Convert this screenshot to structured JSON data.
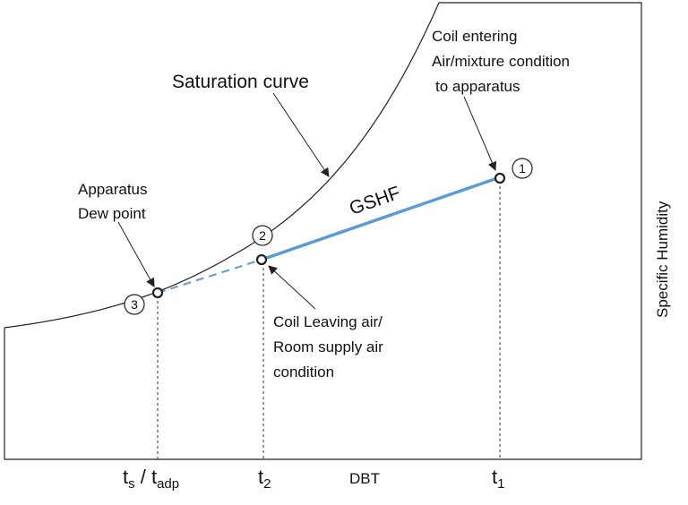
{
  "diagram": {
    "labels": {
      "saturation_curve": "Saturation curve",
      "coil_entering_1": "Coil entering",
      "coil_entering_2": "Air/mixture condition",
      "coil_entering_3": "to apparatus",
      "apparatus_1": "Apparatus",
      "apparatus_2": "Dew point",
      "gshf": "GSHF",
      "coil_leaving_1": "Coil Leaving air/",
      "coil_leaving_2": "Room supply air",
      "coil_leaving_3": "condition",
      "y_axis": "Specific Humidity",
      "x_axis": "DBT"
    },
    "ticks": {
      "ts_main": "t",
      "ts_sub": "s",
      "sep": " / ",
      "tadp_main": "t",
      "tadp_sub": "adp",
      "t2_main": "t",
      "t2_sub": "2",
      "t1_main": "t",
      "t1_sub": "1"
    },
    "points": {
      "p1": "1",
      "p2": "2",
      "p3": "3"
    },
    "colors": {
      "process_line": "#5b9bd5",
      "outline": "#222222"
    }
  }
}
